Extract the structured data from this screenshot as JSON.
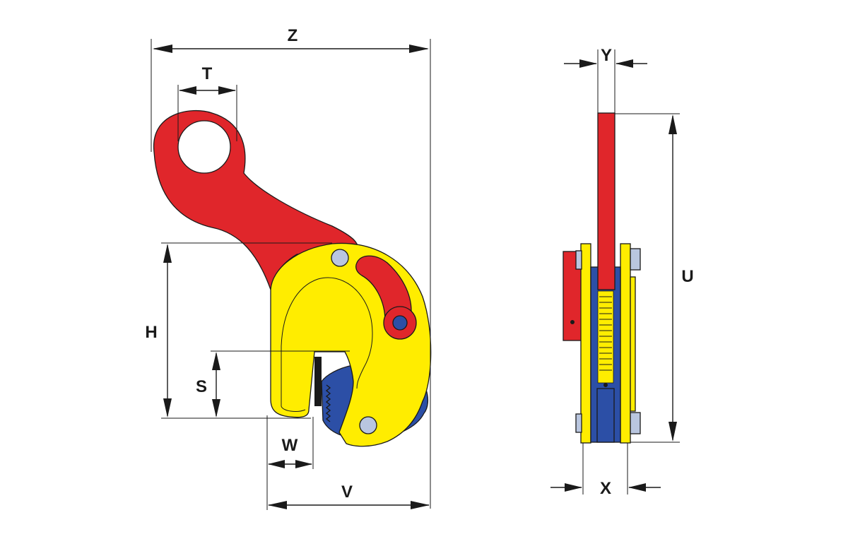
{
  "colors": {
    "red": "#e0262b",
    "yellow": "#ffed00",
    "blue": "#2c4fa6",
    "bolt": "#b9c6df",
    "outline": "#1a1a1a"
  },
  "labels": {
    "Z": "Z",
    "T": "T",
    "H": "H",
    "S": "S",
    "W": "W",
    "V": "V",
    "Y": "Y",
    "U": "U",
    "X": "X"
  }
}
